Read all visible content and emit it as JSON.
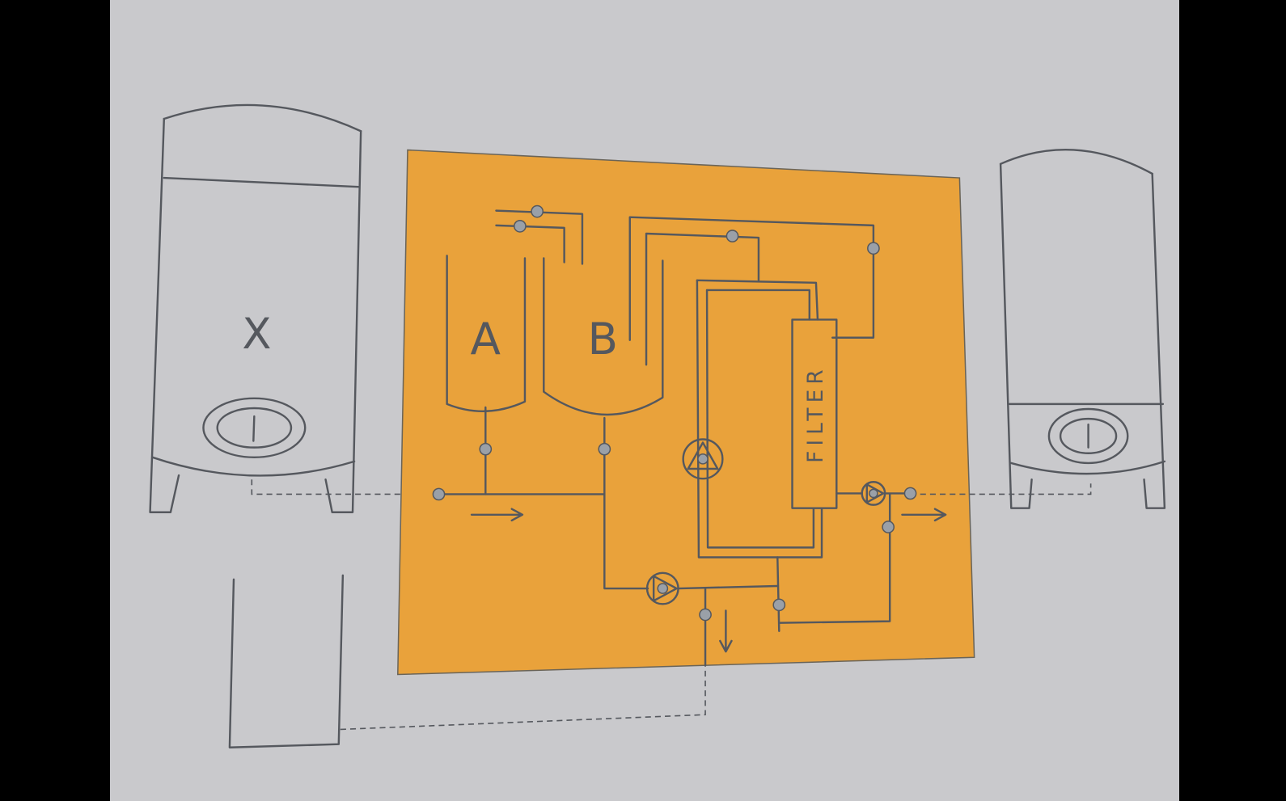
{
  "diagram": {
    "source_tank_label": "X",
    "tank_a_label": "A",
    "tank_b_label": "B",
    "filter_label": "FILTER"
  },
  "colors": {
    "background": "#c9c9cc",
    "panel": "#e9a23b",
    "line": "#55585e",
    "valve": "#9aa0a8"
  }
}
